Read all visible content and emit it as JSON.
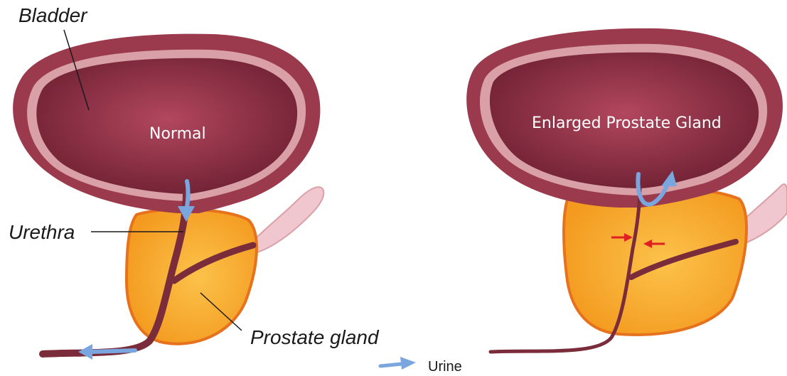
{
  "labels": {
    "bladder": "Bladder",
    "urethra": "Urethra",
    "prostate_gland": "Prostate gland",
    "normal": "Normal",
    "enlarged": "Enlarged Prostate Gland"
  },
  "legend": {
    "urine": "Urine",
    "icon": "arrow-right-icon",
    "color": "#7aa6e0"
  },
  "colors": {
    "bladder_outer": "#9b3a4c",
    "bladder_lining": "#d9a0a8",
    "bladder_inner": "#7d2638",
    "prostate": "#f6a021",
    "prostate_edge": "#e7721d",
    "urethra": "#7a2c3a",
    "urine_arrow": "#7aa6e0",
    "constriction_arrow": "#e02020"
  }
}
